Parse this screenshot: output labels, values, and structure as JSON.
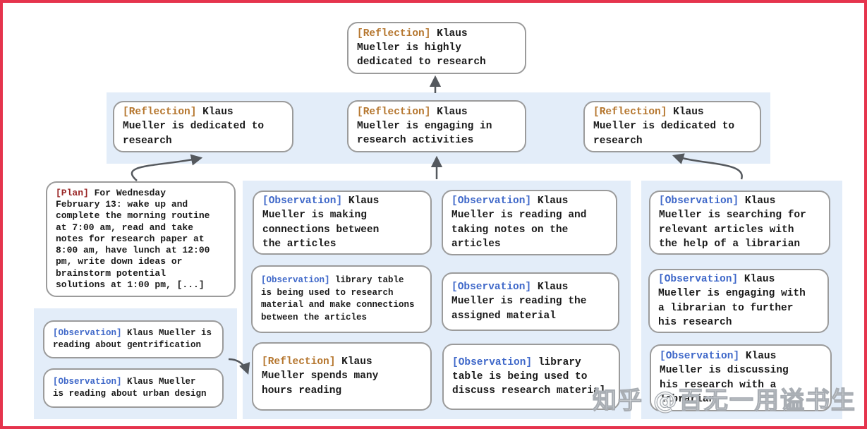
{
  "watermark": "知乎 @百无一用谥书生",
  "colors": {
    "frame_border": "#e5344d",
    "band_background": "#e3edf9",
    "box_border": "#9b9b9b",
    "body_text": "#1a1a1a",
    "reflection_tag": "#b5762e",
    "plan_tag": "#992525",
    "observation_tag": "#3f68c9",
    "arrow": "#55595e"
  },
  "nodes": {
    "root": {
      "tag": "[Reflection]",
      "text": " Klaus\nMueller is highly\ndedicated to research"
    },
    "reflections": [
      {
        "tag": "[Reflection]",
        "text": " Klaus\nMueller is dedicated to\nresearch"
      },
      {
        "tag": "[Reflection]",
        "text": " Klaus\nMueller is engaging in\nresearch activities"
      },
      {
        "tag": "[Reflection]",
        "text": " Klaus\nMueller is dedicated to\nresearch"
      }
    ],
    "plan": {
      "tag": "[Plan]",
      "text": " For Wednesday\nFebruary 13: wake up and\ncomplete the morning routine\nat 7:00 am, read and take\nnotes for research paper at\n8:00 am, have lunch at 12:00\npm, write down ideas or\nbrainstorm potential\nsolutions at 1:00 pm, [...]"
    },
    "observations_left": [
      {
        "tag": "[Observation]",
        "text": " Klaus Mueller is\nreading about gentrification"
      },
      {
        "tag": "[Observation]",
        "text": " Klaus Mueller\nis reading about urban design"
      }
    ],
    "center_col1": [
      {
        "tag": "[Observation]",
        "text": " Klaus\nMueller is making\nconnections between\nthe articles"
      },
      {
        "tag": "[Observation]",
        "text": " library table\nis being used to research\nmaterial and make connections\nbetween the articles"
      },
      {
        "tag": "[Reflection]",
        "text": " Klaus\nMueller spends many\nhours reading"
      }
    ],
    "center_col2": [
      {
        "tag": "[Observation]",
        "text": " Klaus\nMueller is reading and\ntaking notes on the\narticles"
      },
      {
        "tag": "[Observation]",
        "text": " Klaus\nMueller is reading the\nassigned material"
      },
      {
        "tag": "[Observation]",
        "text": " library\ntable is being used to\ndiscuss research material"
      }
    ],
    "right_col": [
      {
        "tag": "[Observation]",
        "text": " Klaus\nMueller is searching for\nrelevant articles with\nthe help of a librarian"
      },
      {
        "tag": "[Observation]",
        "text": " Klaus\nMueller is engaging with\na librarian to further\nhis research"
      },
      {
        "tag": "[Observation]",
        "text": " Klaus\nMueller is discussing\nhis research with a\nlibrarian"
      }
    ]
  }
}
